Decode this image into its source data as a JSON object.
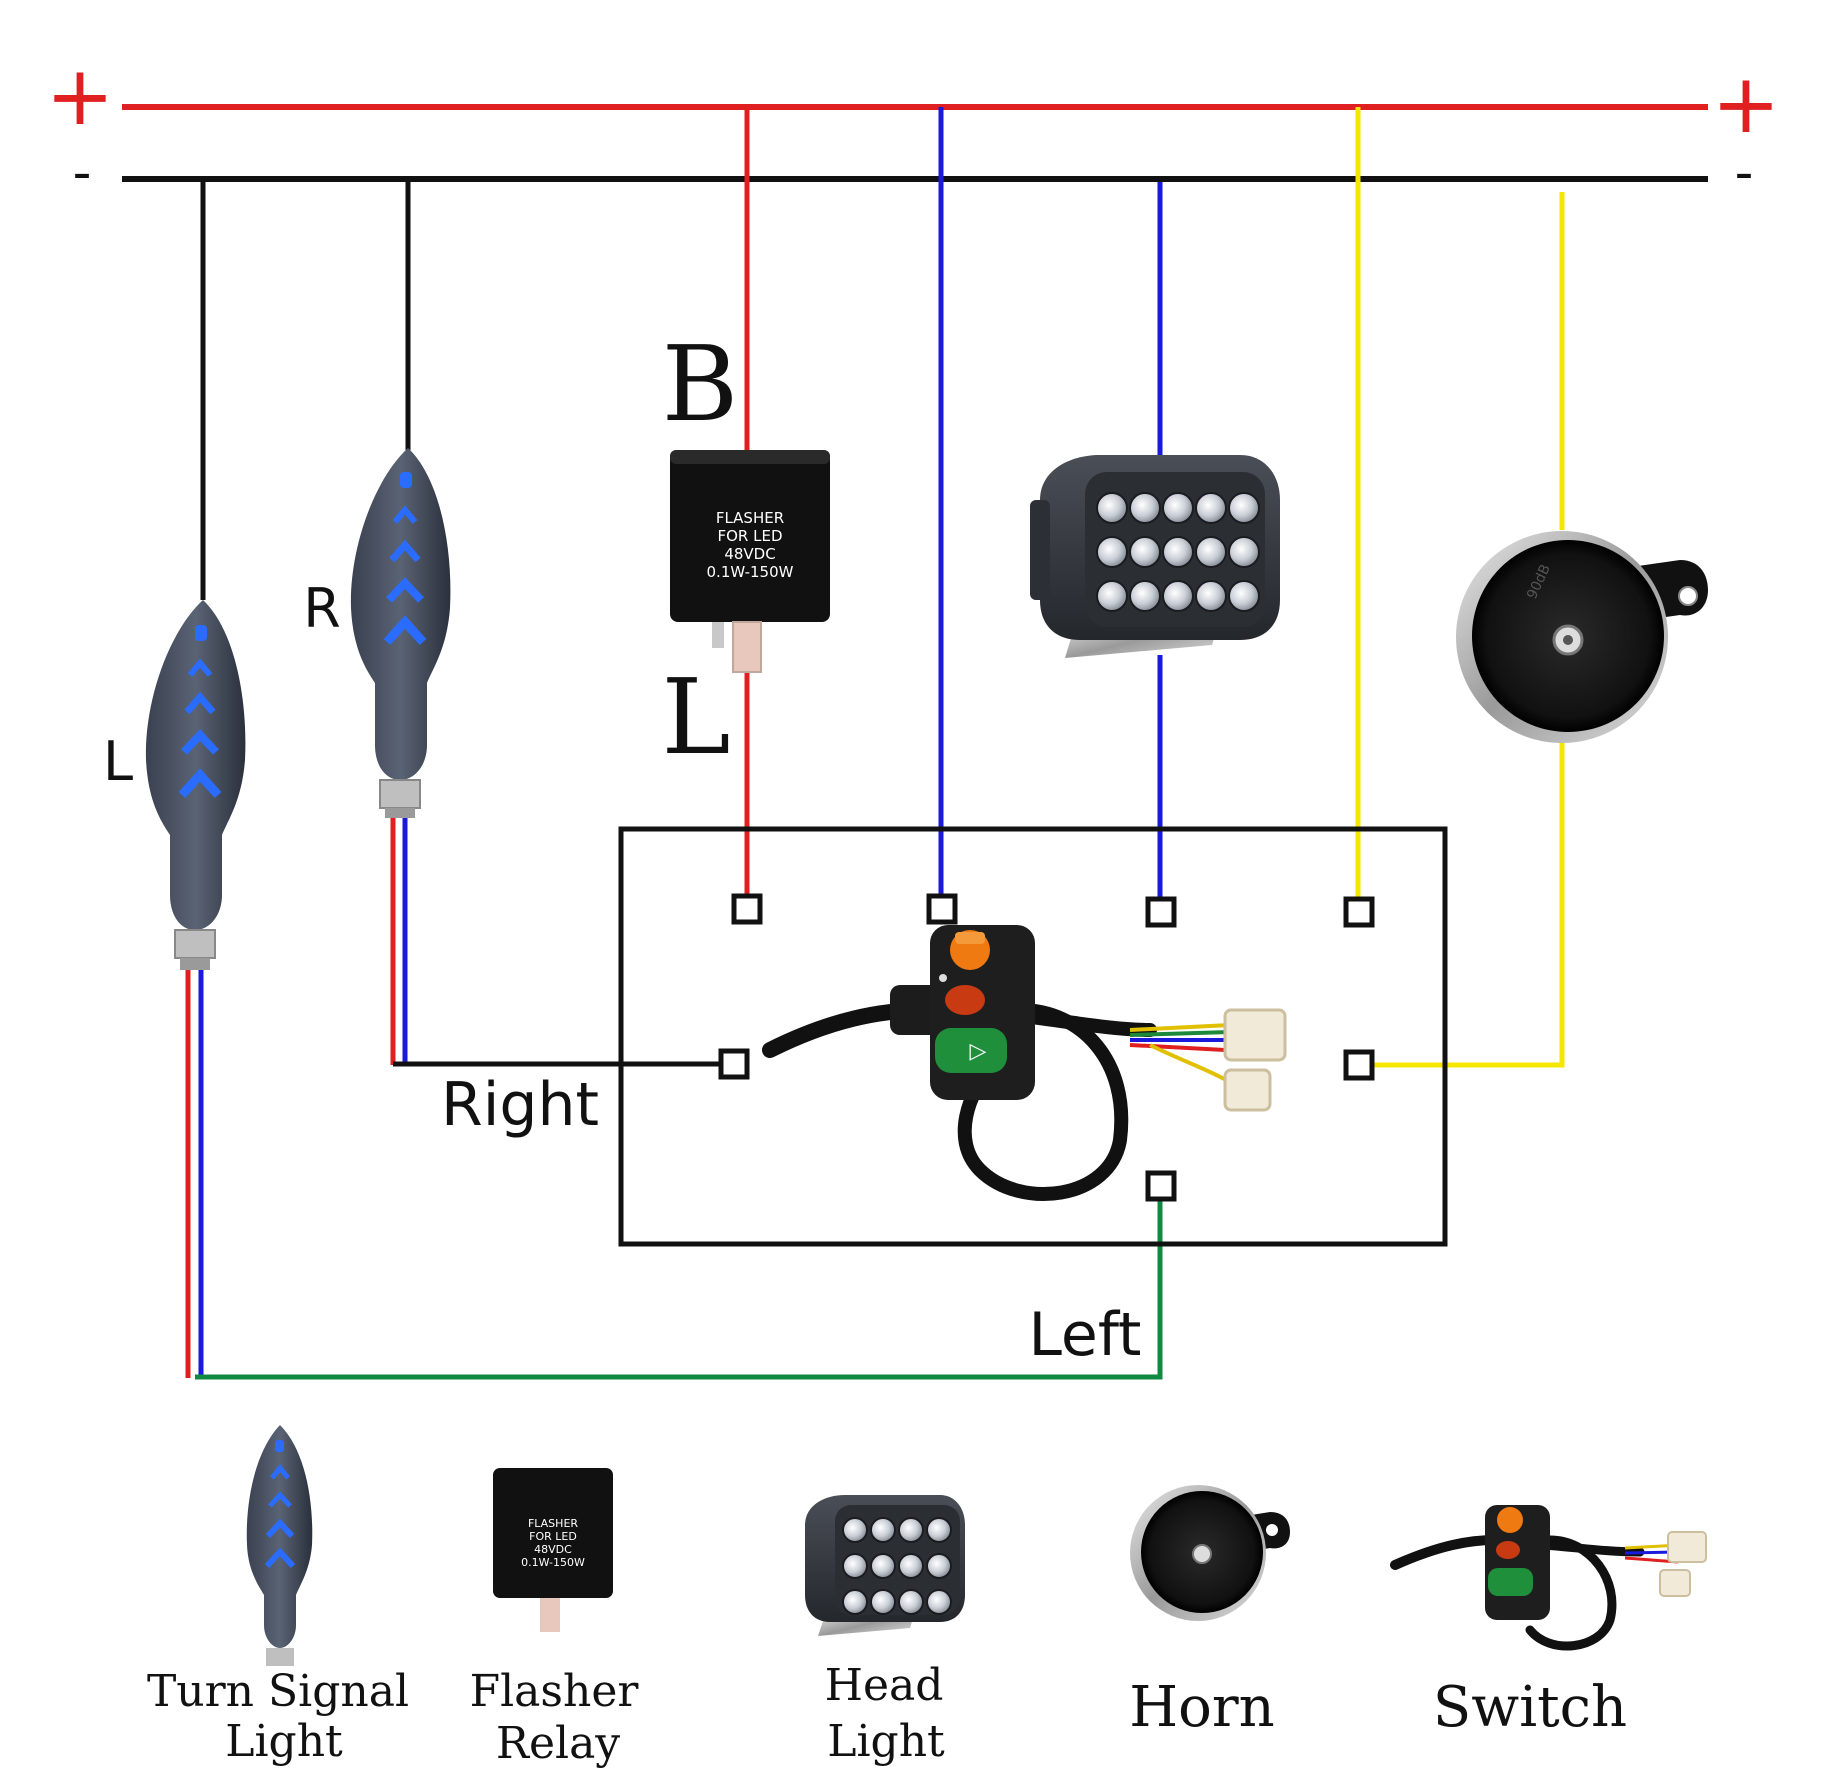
{
  "rails": {
    "positive_left": "+",
    "positive_right": "+",
    "negative_left": "-",
    "negative_right": "-"
  },
  "labels": {
    "flasher_pin_b": "B",
    "flasher_pin_l": "L",
    "signal_left": "L",
    "signal_right": "R",
    "wire_right": "Right",
    "wire_left": "Left"
  },
  "flasher": {
    "line1": "FLASHER",
    "line2": "FOR LED",
    "line3": "48VDC",
    "line4": "0.1W-150W"
  },
  "horn_text": "90dB",
  "legend": {
    "turn_signal_line1": "Turn Signal",
    "turn_signal_line2": "Light",
    "flasher_line1": "Flasher",
    "flasher_line2": "Relay",
    "head_line1": "Head",
    "head_line2": "Light",
    "horn": "Horn",
    "switch": "Switch"
  },
  "colors": {
    "positive": "#e02020",
    "negative": "#111111",
    "blue": "#1a1adc",
    "yellow": "#f5e600",
    "green": "#108a40",
    "led": "#2a6cff"
  }
}
